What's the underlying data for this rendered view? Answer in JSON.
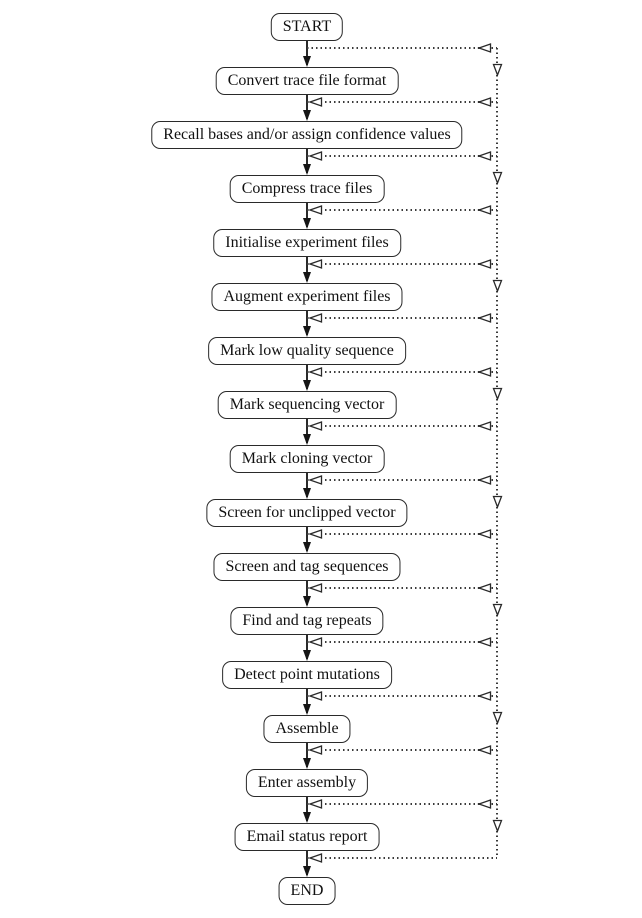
{
  "diagram": {
    "type": "flowchart",
    "background": "#ffffff",
    "line_color": "#2a2a2a",
    "box_fill": "#ffffff",
    "nodes": [
      {
        "id": "start",
        "label": "START",
        "terminal": true
      },
      {
        "id": "convert-trace-format",
        "label": "Convert trace file format"
      },
      {
        "id": "recall-bases",
        "label": "Recall bases and/or assign confidence values"
      },
      {
        "id": "compress-trace-files",
        "label": "Compress trace files"
      },
      {
        "id": "initialise-experiment",
        "label": "Initialise experiment files"
      },
      {
        "id": "augment-experiment",
        "label": "Augment experiment files"
      },
      {
        "id": "mark-low-quality",
        "label": "Mark low quality sequence"
      },
      {
        "id": "mark-sequencing-vector",
        "label": "Mark sequencing vector"
      },
      {
        "id": "mark-cloning-vector",
        "label": "Mark cloning vector"
      },
      {
        "id": "screen-unclipped",
        "label": "Screen for unclipped vector"
      },
      {
        "id": "screen-and-tag",
        "label": "Screen and tag sequences"
      },
      {
        "id": "find-tag-repeats",
        "label": "Find and tag repeats"
      },
      {
        "id": "detect-point-mutations",
        "label": "Detect point mutations"
      },
      {
        "id": "assemble",
        "label": "Assemble"
      },
      {
        "id": "enter-assembly",
        "label": "Enter assembly"
      },
      {
        "id": "email-status-report",
        "label": "Email status report"
      },
      {
        "id": "end",
        "label": "END",
        "terminal": true
      }
    ],
    "main_flow": "sequential-top-to-bottom-solid-arrows",
    "skip_rail": {
      "side": "right",
      "style": "dotted",
      "junction_entry_arrow_indices": [
        1,
        2,
        3,
        4,
        5,
        6,
        7,
        8,
        9,
        10,
        11,
        12,
        13,
        14,
        15
      ],
      "rail_end_arrow_indices": [
        0,
        1,
        2,
        3,
        4,
        5,
        6,
        7,
        8,
        9,
        10,
        11,
        12,
        13,
        14
      ],
      "rail_down_arrowhead_after_junction_indices": [
        0,
        2,
        4,
        6,
        8,
        10,
        12,
        14
      ]
    }
  }
}
